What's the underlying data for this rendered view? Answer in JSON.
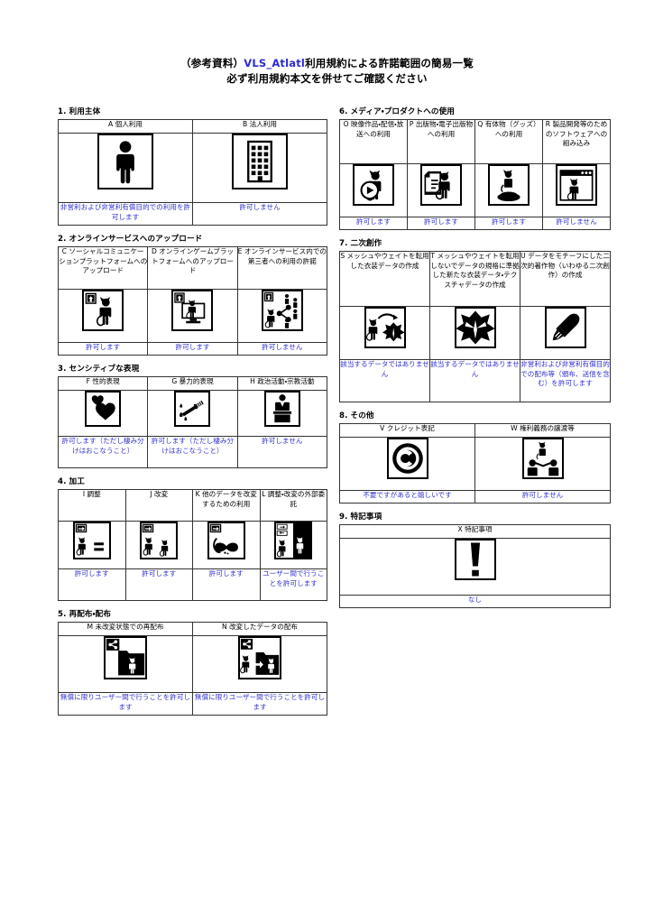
{
  "title": {
    "line1_pre": "（参考資料）",
    "line1_accent": "VLS_Atlatl",
    "line1_post": "利用規約による許諾範囲の簡易一覧",
    "line2": "必ず利用規約本文を併せてご確認ください"
  },
  "colors": {
    "accent": "#2b2bd6",
    "permission_text": "#3333cc",
    "border": "#333333",
    "icon": "#000000"
  },
  "sections": [
    {
      "id": "section-1",
      "column": "left",
      "number": "1.",
      "title": "利用主体",
      "columns": [
        {
          "key": "A",
          "header": "A 個人利用",
          "icon": "person-icon",
          "permission": "非営利および非営利有償目的での利用を許可します"
        },
        {
          "key": "B",
          "header": "B 法人利用",
          "icon": "building-icon",
          "permission": "許可しません"
        }
      ]
    },
    {
      "id": "section-2",
      "column": "left",
      "number": "2.",
      "title": "オンラインサービスへのアップロード",
      "columns": [
        {
          "key": "C",
          "header": "C ソーシャルコミュニケーションプラットフォームへのアップロード",
          "icon": "upload-cat-icon",
          "permission": "許可します"
        },
        {
          "key": "D",
          "header": "D オンラインゲームブラットフォームへのアップロード",
          "icon": "upload-monitor-cat-icon",
          "permission": "許可します"
        },
        {
          "key": "E",
          "header": "E オンラインサービス内での第三者への利用の許諾",
          "icon": "upload-share-people-icon",
          "permission": "許可しません"
        }
      ]
    },
    {
      "id": "section-3",
      "column": "left",
      "number": "3.",
      "title": "センシティブな表現",
      "columns": [
        {
          "key": "F",
          "header": "F 性的表現",
          "icon": "hearts-icon",
          "permission": "許可します（ただし棲み分けはおこなうこと）"
        },
        {
          "key": "G",
          "header": "G 暴力的表現",
          "icon": "knife-icon",
          "permission": "許可します（ただし棲み分けはおこなうこと）"
        },
        {
          "key": "H",
          "header": "H 政治活動・宗教活動",
          "icon": "podium-speaker-icon",
          "permission": "許可しません"
        }
      ]
    },
    {
      "id": "section-4",
      "column": "left",
      "number": "4.",
      "title": "加工",
      "columns": [
        {
          "key": "I",
          "header": "I 調整",
          "icon": "arrow-cat-equals-icon",
          "permission": "許可します"
        },
        {
          "key": "J",
          "header": "J 改変",
          "icon": "arrow-cat-cat-icon",
          "permission": "許可します"
        },
        {
          "key": "K",
          "header": "K 他のデータを改変するための利用",
          "icon": "arrow-ribbon-icon",
          "permission": "許可します"
        },
        {
          "key": "L",
          "header": "L 調整・改変の外部委託",
          "icon": "arrows-two-cats-icon",
          "permission": "ユーザー間で行うことを許可します"
        }
      ]
    },
    {
      "id": "section-5",
      "column": "left",
      "number": "5.",
      "title": "再配布・配布",
      "columns": [
        {
          "key": "M",
          "header": "M 未改変状態での再配布",
          "icon": "share-folder-cat-icon",
          "permission": "無償に限りユーザー間で行うことを許可します"
        },
        {
          "key": "N",
          "header": "N 改変したデータの配布",
          "icon": "share-folder-cat-modified-icon",
          "permission": "無償に限りユーザー間で行うことを許可します"
        }
      ]
    },
    {
      "id": "section-6",
      "column": "right",
      "number": "6.",
      "title": "メディア・プロダクトへの使用",
      "columns": [
        {
          "key": "O",
          "header": "O 映像作品・配信・放送への利用",
          "icon": "video-cat-icon",
          "permission": "許可します"
        },
        {
          "key": "P",
          "header": "P 出版物・電子出版物への利用",
          "icon": "publication-cat-icon",
          "permission": "許可します"
        },
        {
          "key": "Q",
          "header": "Q 有体物（グッズ）への利用",
          "icon": "goods-figure-cat-icon",
          "permission": "許可します"
        },
        {
          "key": "R",
          "header": "R 製品開発等のためのソフトウェアへの組み込み",
          "icon": "software-window-cat-icon",
          "permission": "許可しません"
        }
      ]
    },
    {
      "id": "section-7",
      "column": "right",
      "number": "7.",
      "title": "二次創作",
      "columns": [
        {
          "key": "S",
          "header": "S メッシュやウェイトを転用した衣装データの作成",
          "icon": "cat-to-costume-icon",
          "permission": "該当するデータではありません"
        },
        {
          "key": "T",
          "header": "T メッシュやウェイトを転用しないでデータの規格に準拠した新たな衣装データ・テクスチャデータの作成",
          "icon": "costume-icon",
          "permission": "該当するデータではありません"
        },
        {
          "key": "U",
          "header": "U データをモチーフにした二次的著作物（いわゆる二次創作）の作成",
          "icon": "paintbrush-icon",
          "permission": "非営利および非営利有償目的での配布等（頒布、送信を含む）を許可します"
        }
      ]
    },
    {
      "id": "section-8",
      "column": "right",
      "number": "8.",
      "title": "その他",
      "columns": [
        {
          "key": "V",
          "header": "V クレジット表記",
          "icon": "copyright-icon",
          "permission": "不要ですがあると嬉しいです"
        },
        {
          "key": "W",
          "header": "W 権利義務の譲渡等",
          "icon": "transfer-people-cat-icon",
          "permission": "許可しません"
        }
      ]
    },
    {
      "id": "section-9",
      "column": "right",
      "number": "9.",
      "title": "特記事項",
      "columns": [
        {
          "key": "X",
          "header": "X 特記事項",
          "icon": "exclamation-icon",
          "permission": "なし"
        }
      ]
    }
  ]
}
